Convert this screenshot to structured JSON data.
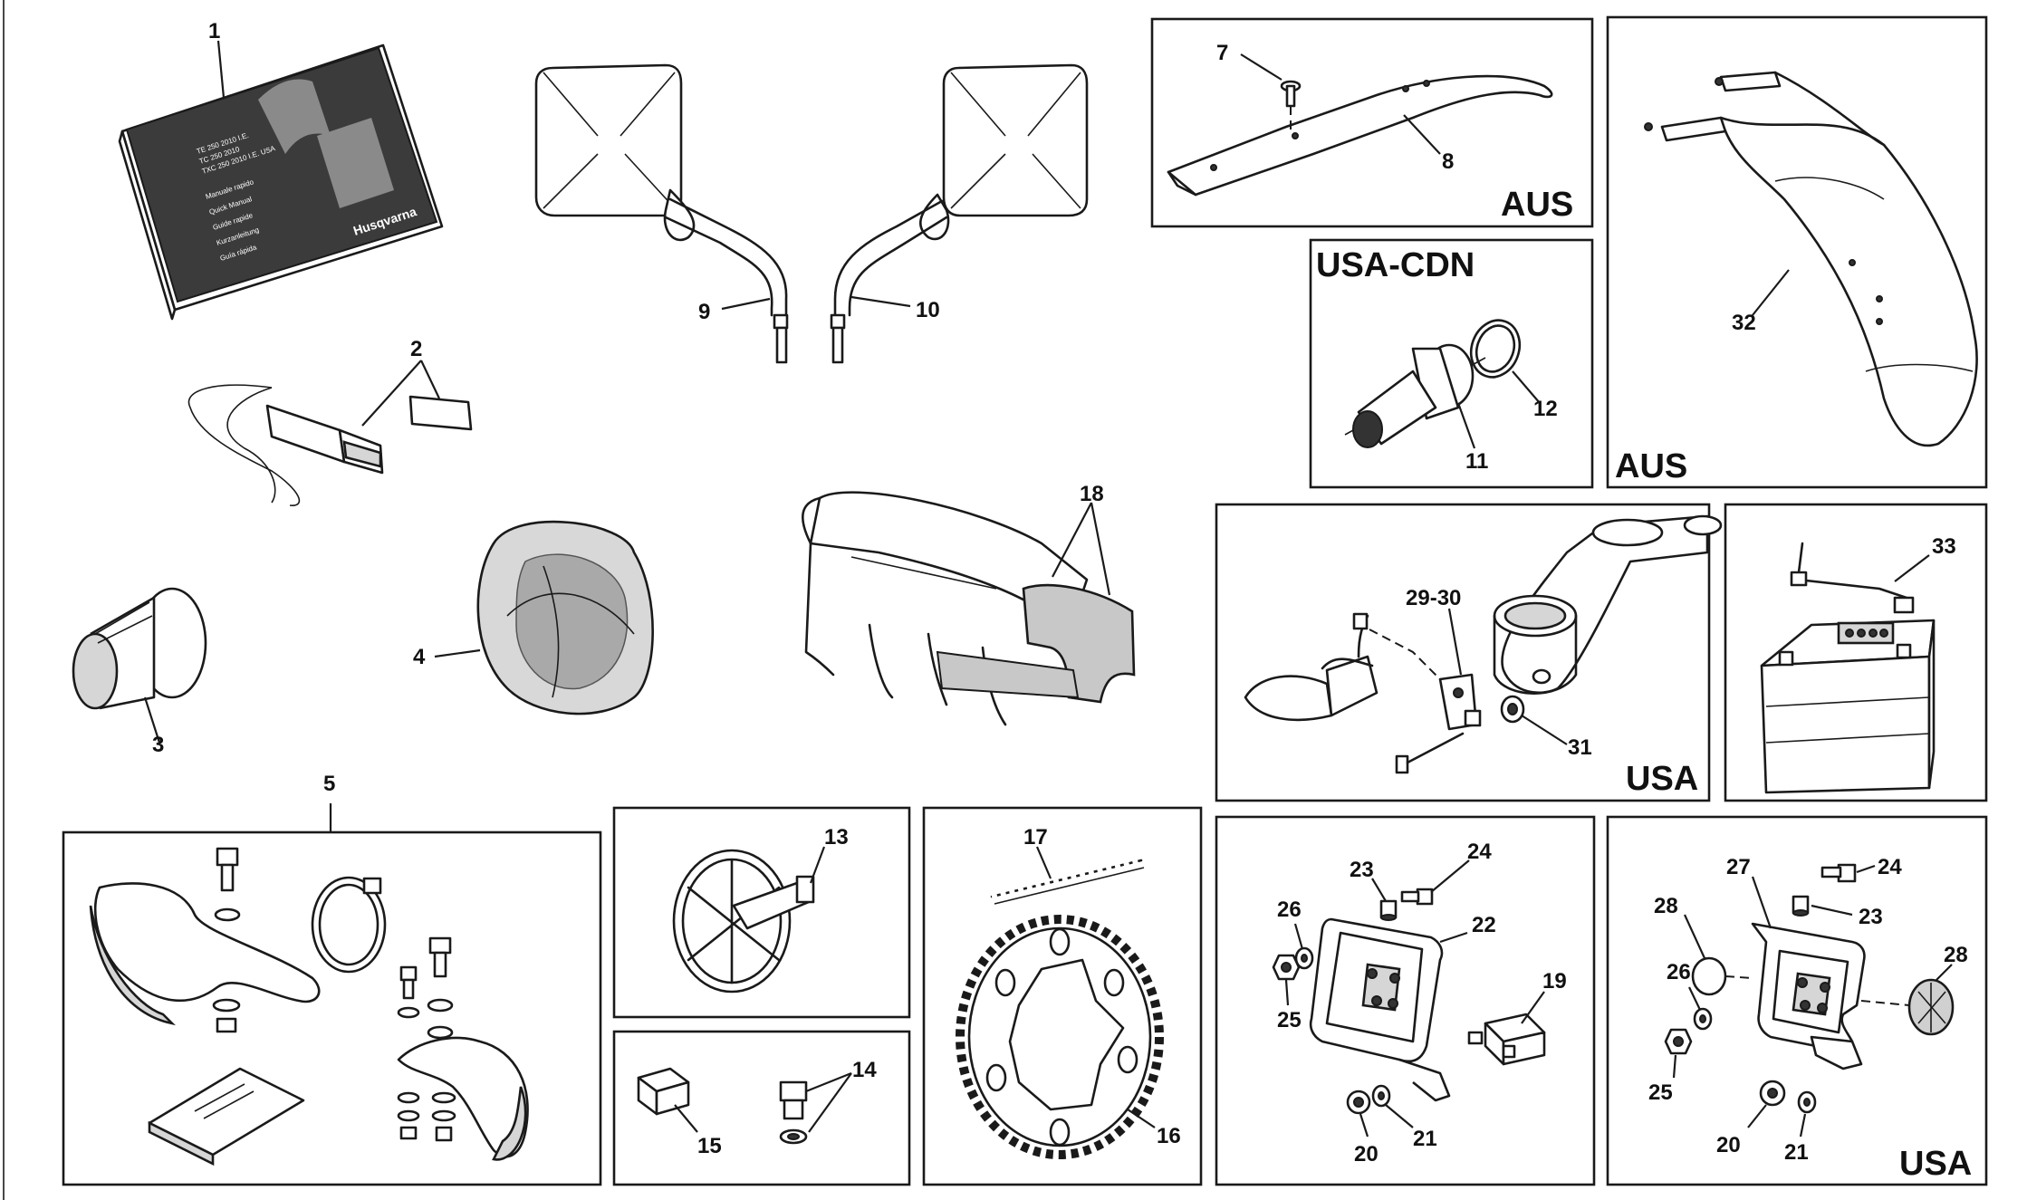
{
  "diagram": {
    "labels": {
      "l1": "1",
      "l2": "2",
      "l3": "3",
      "l4": "4",
      "l5": "5",
      "l7": "7",
      "l8": "8",
      "l9": "9",
      "l10": "10",
      "l11": "11",
      "l12": "12",
      "l13": "13",
      "l14": "14",
      "l15": "15",
      "l16": "16",
      "l17": "17",
      "l18": "18",
      "l19": "19",
      "l20a": "20",
      "l20b": "20",
      "l21a": "21",
      "l21b": "21",
      "l22": "22",
      "l23a": "23",
      "l23b": "23",
      "l24a": "24",
      "l24b": "24",
      "l25a": "25",
      "l25b": "25",
      "l26a": "26",
      "l26b": "26",
      "l27": "27",
      "l28a": "28",
      "l28b": "28",
      "l29_30": "29-30",
      "l31": "31",
      "l32": "32",
      "l33": "33"
    },
    "regions": {
      "aus_rack": "AUS",
      "usa_cdn": "USA-CDN",
      "aus_fender": "AUS",
      "usa_light": "USA",
      "usa_plate": "USA"
    },
    "manual": {
      "brand": "Husqvarna",
      "models": [
        "TE 250 2010 I.E.",
        "TC 250 2010",
        "TXC 250 2010 I.E. USA"
      ],
      "languages": [
        "Manuale rapido",
        "Quick Manual",
        "Guide rapide",
        "Kurzanleitung",
        "Guía rápida"
      ]
    }
  }
}
